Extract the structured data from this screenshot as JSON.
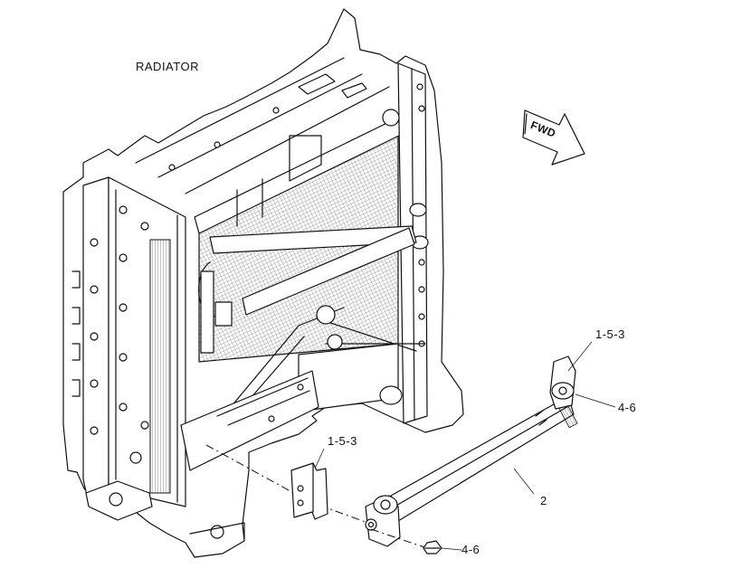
{
  "labels": {
    "radiator": "RADIATOR",
    "fwd": "FWD",
    "part_1_5_3_top": "1-5-3",
    "part_4_6_top": "4-6",
    "part_1_5_3_mid": "1-5-3",
    "part_2": "2",
    "part_4_6_bottom": "4-6"
  },
  "colors": {
    "line": "#111111",
    "background": "#ffffff"
  }
}
